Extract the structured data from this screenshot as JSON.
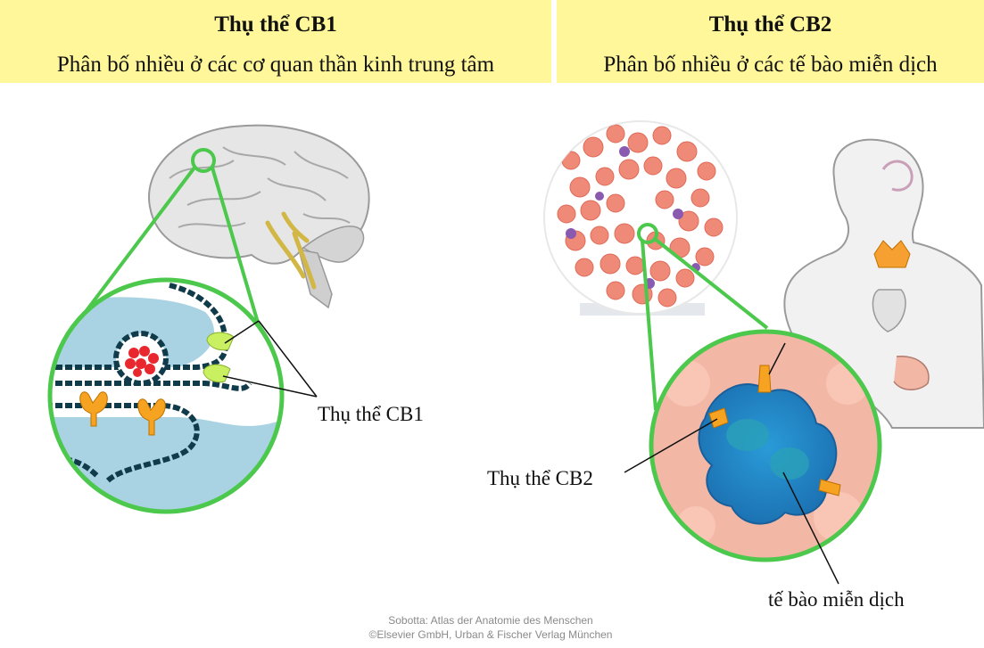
{
  "cb1": {
    "title": "Thụ thể  CB1",
    "subtitle": "Phân bố nhiều ở các cơ quan thần kinh trung tâm",
    "label": "Thụ thể  CB1"
  },
  "cb2": {
    "title": "Thụ thể  CB2",
    "subtitle": "Phân bố nhiều ở các tế bào miễn dịch",
    "label": "Thụ thể CB2",
    "cell_label": "tế bào miễn dịch"
  },
  "credit": {
    "line1": "Sobotta: Atlas der Anatomie des Menschen",
    "line2": "©Elsevier GmbH, Urban & Fischer Verlag München"
  },
  "colors": {
    "header_bg": "#fff79a",
    "zoom_ring": "#4cc84c",
    "membrane": "#0f3b4a",
    "receptor_cb1": "#c8f060",
    "receptor_cb2": "#f5a320",
    "ligand": "#e8282e",
    "cell_bg": "#f3b7a6",
    "immune_cell": "#2d8fd0"
  }
}
